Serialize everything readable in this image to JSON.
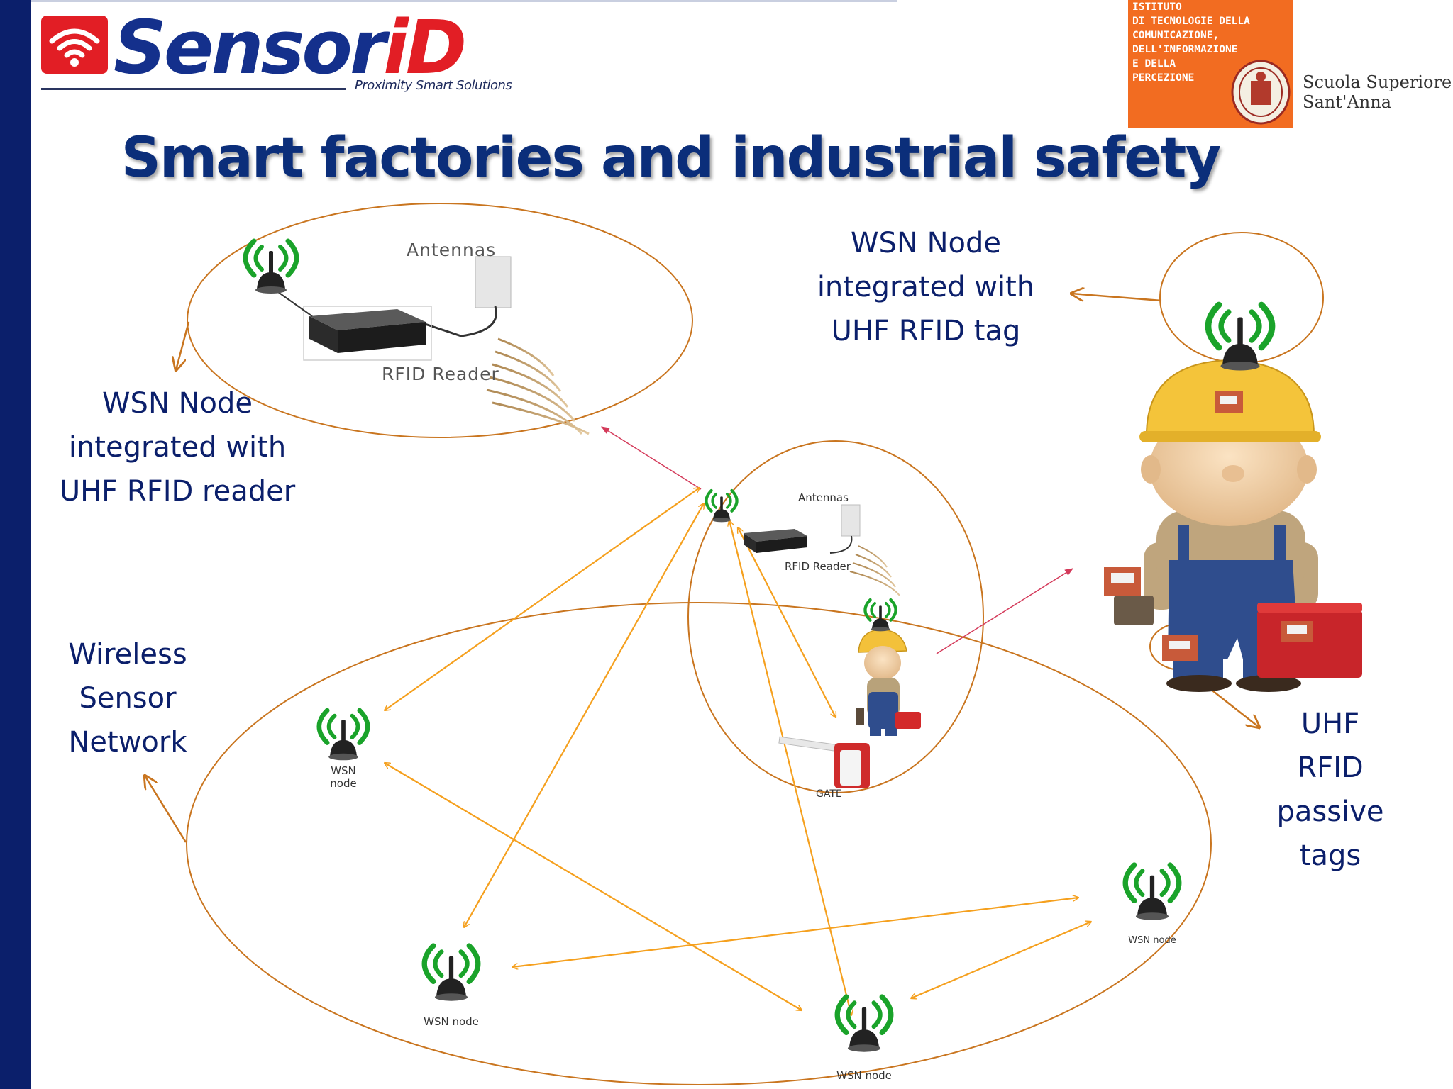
{
  "header": {
    "brand": {
      "name_part1": "Sensor",
      "name_part2": "iD",
      "tagline": "Proximity Smart Solutions"
    },
    "institute": {
      "lines": [
        "ISTITUTO",
        "DI TECNOLOGIE DELLA",
        "COMUNICAZIONE,",
        "DELL'INFORMAZIONE",
        "E DELLA",
        "PERCEZIONE"
      ],
      "school_lines": [
        "Scuola Superiore",
        "Sant'Anna"
      ]
    }
  },
  "title": "Smart factories and industrial safety",
  "labels": {
    "wsn_reader": [
      "WSN Node",
      "integrated with",
      "UHF RFID reader"
    ],
    "wsn_tag": [
      "WSN Node",
      "integrated with",
      "UHF RFID tag"
    ],
    "wsn_network": [
      "Wireless",
      "Sensor",
      "Network"
    ],
    "passive_tags": [
      "UHF",
      "RFID",
      "passive",
      "tags"
    ]
  },
  "diagram_text": {
    "antennas_large": "Antennas",
    "rfid_reader_large": "RFID Reader",
    "antennas_small": "Antennas",
    "rfid_reader_small": "RFID Reader",
    "gate": "GATE",
    "node_left_lines": [
      "WSN",
      "node"
    ],
    "node_bottom_left": "WSN node",
    "node_bottom_mid": "WSN node",
    "node_right": "WSN node"
  },
  "colors": {
    "title": "#0b2e7a",
    "label_navy": "#0b1f6b",
    "ellipse": "#c9751f",
    "arrow": "#f5a01e",
    "node_green": "#1aa32a",
    "brand_blue": "#14308c",
    "brand_red": "#e21e25",
    "institute_orange": "#f26c21"
  }
}
